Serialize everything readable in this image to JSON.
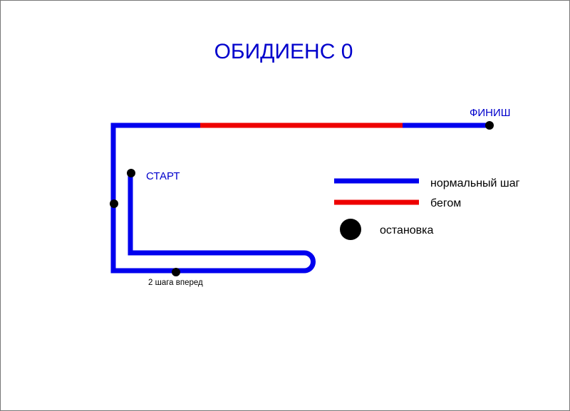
{
  "title": "ОБИДИЕНС 0",
  "labels": {
    "start": "СТАРТ",
    "finish": "ФИНИШ",
    "steps_forward": "2 шага вперед"
  },
  "legend": {
    "normal_step": "нормальный шаг",
    "running": "бегом",
    "stop": "остановка"
  },
  "colors": {
    "normal": "#0000ee",
    "running": "#ee0000",
    "stop": "#000000",
    "text_blue": "#0000cc",
    "text_black": "#000000"
  }
}
